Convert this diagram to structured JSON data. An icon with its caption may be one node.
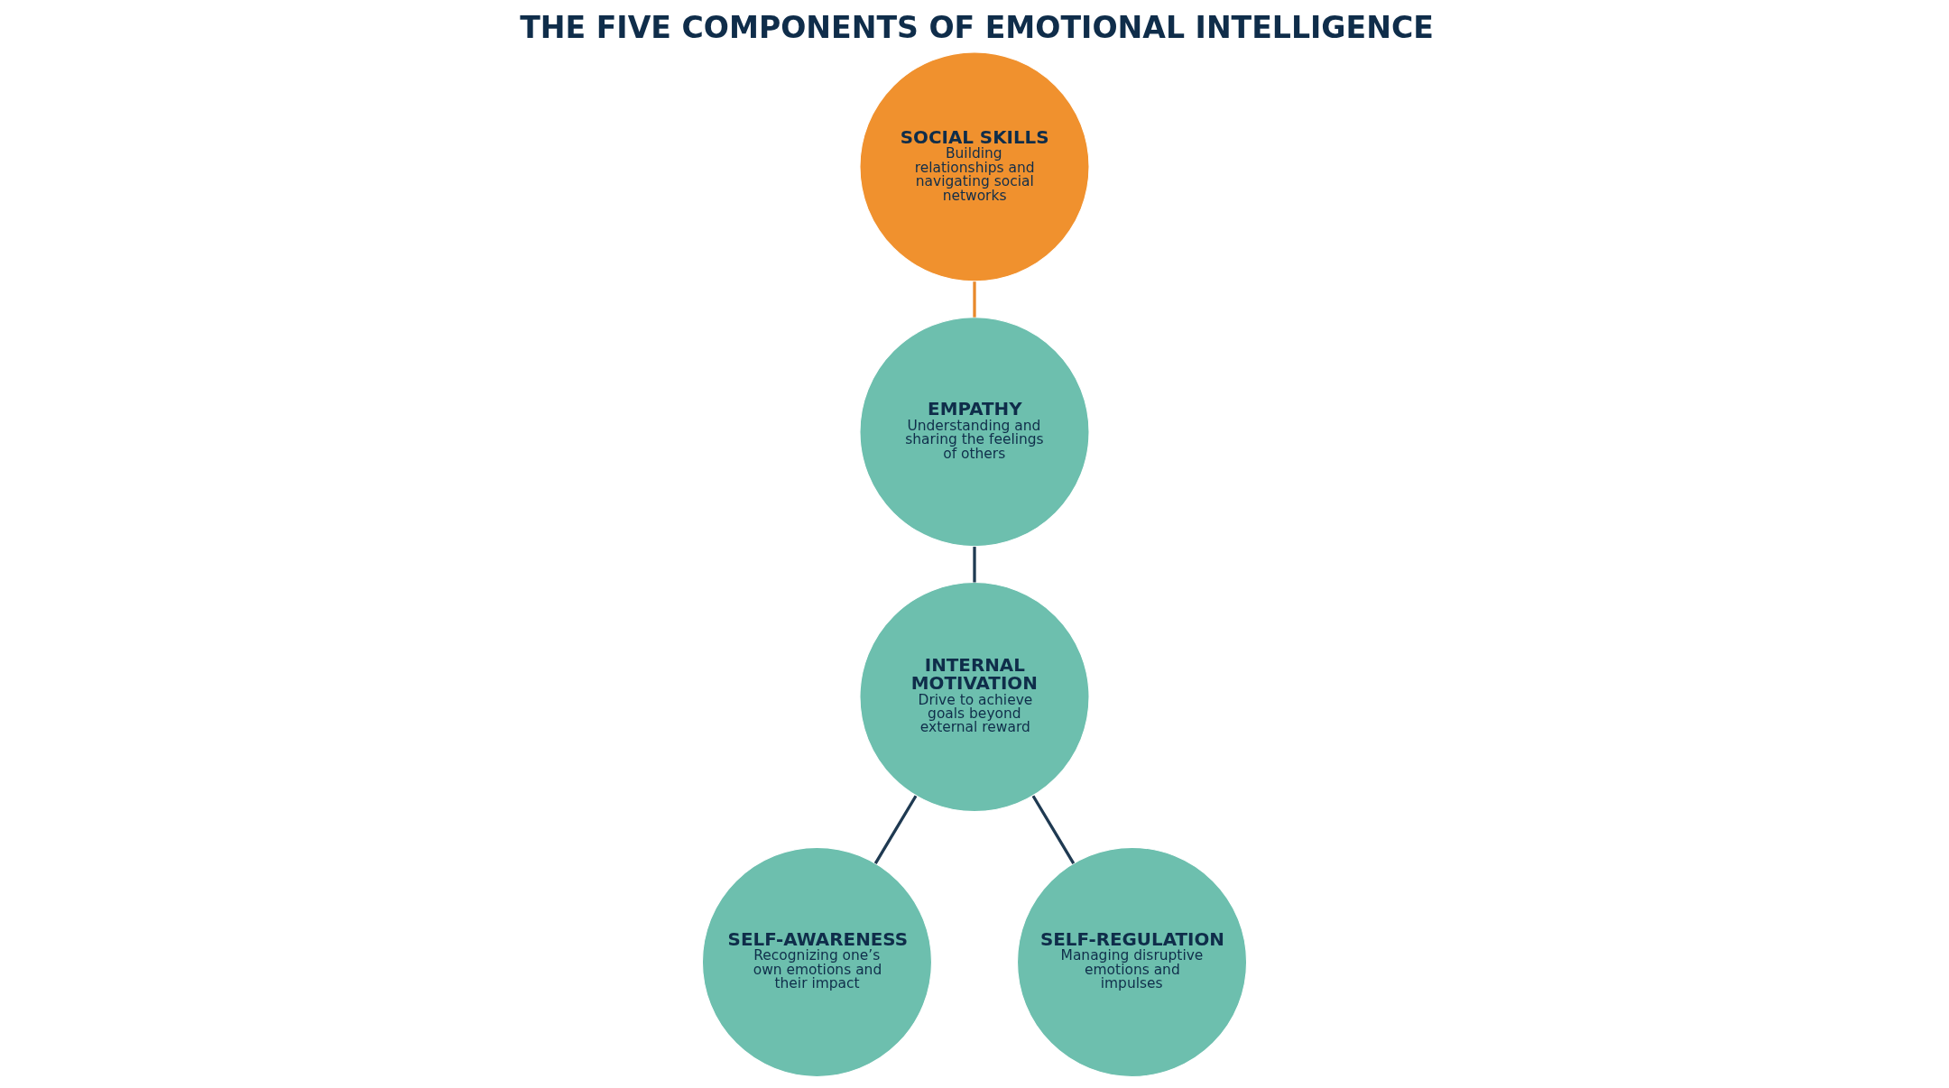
{
  "diagram": {
    "title": "THE FIVE COMPONENTS OF EMOTIONAL INTELLIGENCE",
    "nodes": [
      {
        "text": [
          "SOCIAL SKILLS",
          "Building relationships and navigating social networks"
        ]
      },
      {
        "text": [
          "EMPATHY",
          "Understanding and sharing the feelings of others"
        ]
      },
      {
        "text": [
          "INTERNAL MOTIVATION",
          "Drive to achieve goals beyond external reward"
        ]
      },
      {
        "text": [
          "SELF-AWARENESS",
          "Recognizing one’s own emotions and their impact"
        ]
      },
      {
        "text": [
          "SELF-REGULATION",
          "Managing disruptive emotions and impulses"
        ]
      }
    ],
    "edges": [
      {
        "from": 0,
        "to": 1,
        "arrow": "none",
        "color": "#e8892b"
      },
      {
        "from": 1,
        "to": 2,
        "arrow": "none"
      },
      {
        "from": 2,
        "to": 3,
        "arrow": "none"
      },
      {
        "from": 2,
        "to": 4,
        "arrow": "none"
      }
    ]
  }
}
